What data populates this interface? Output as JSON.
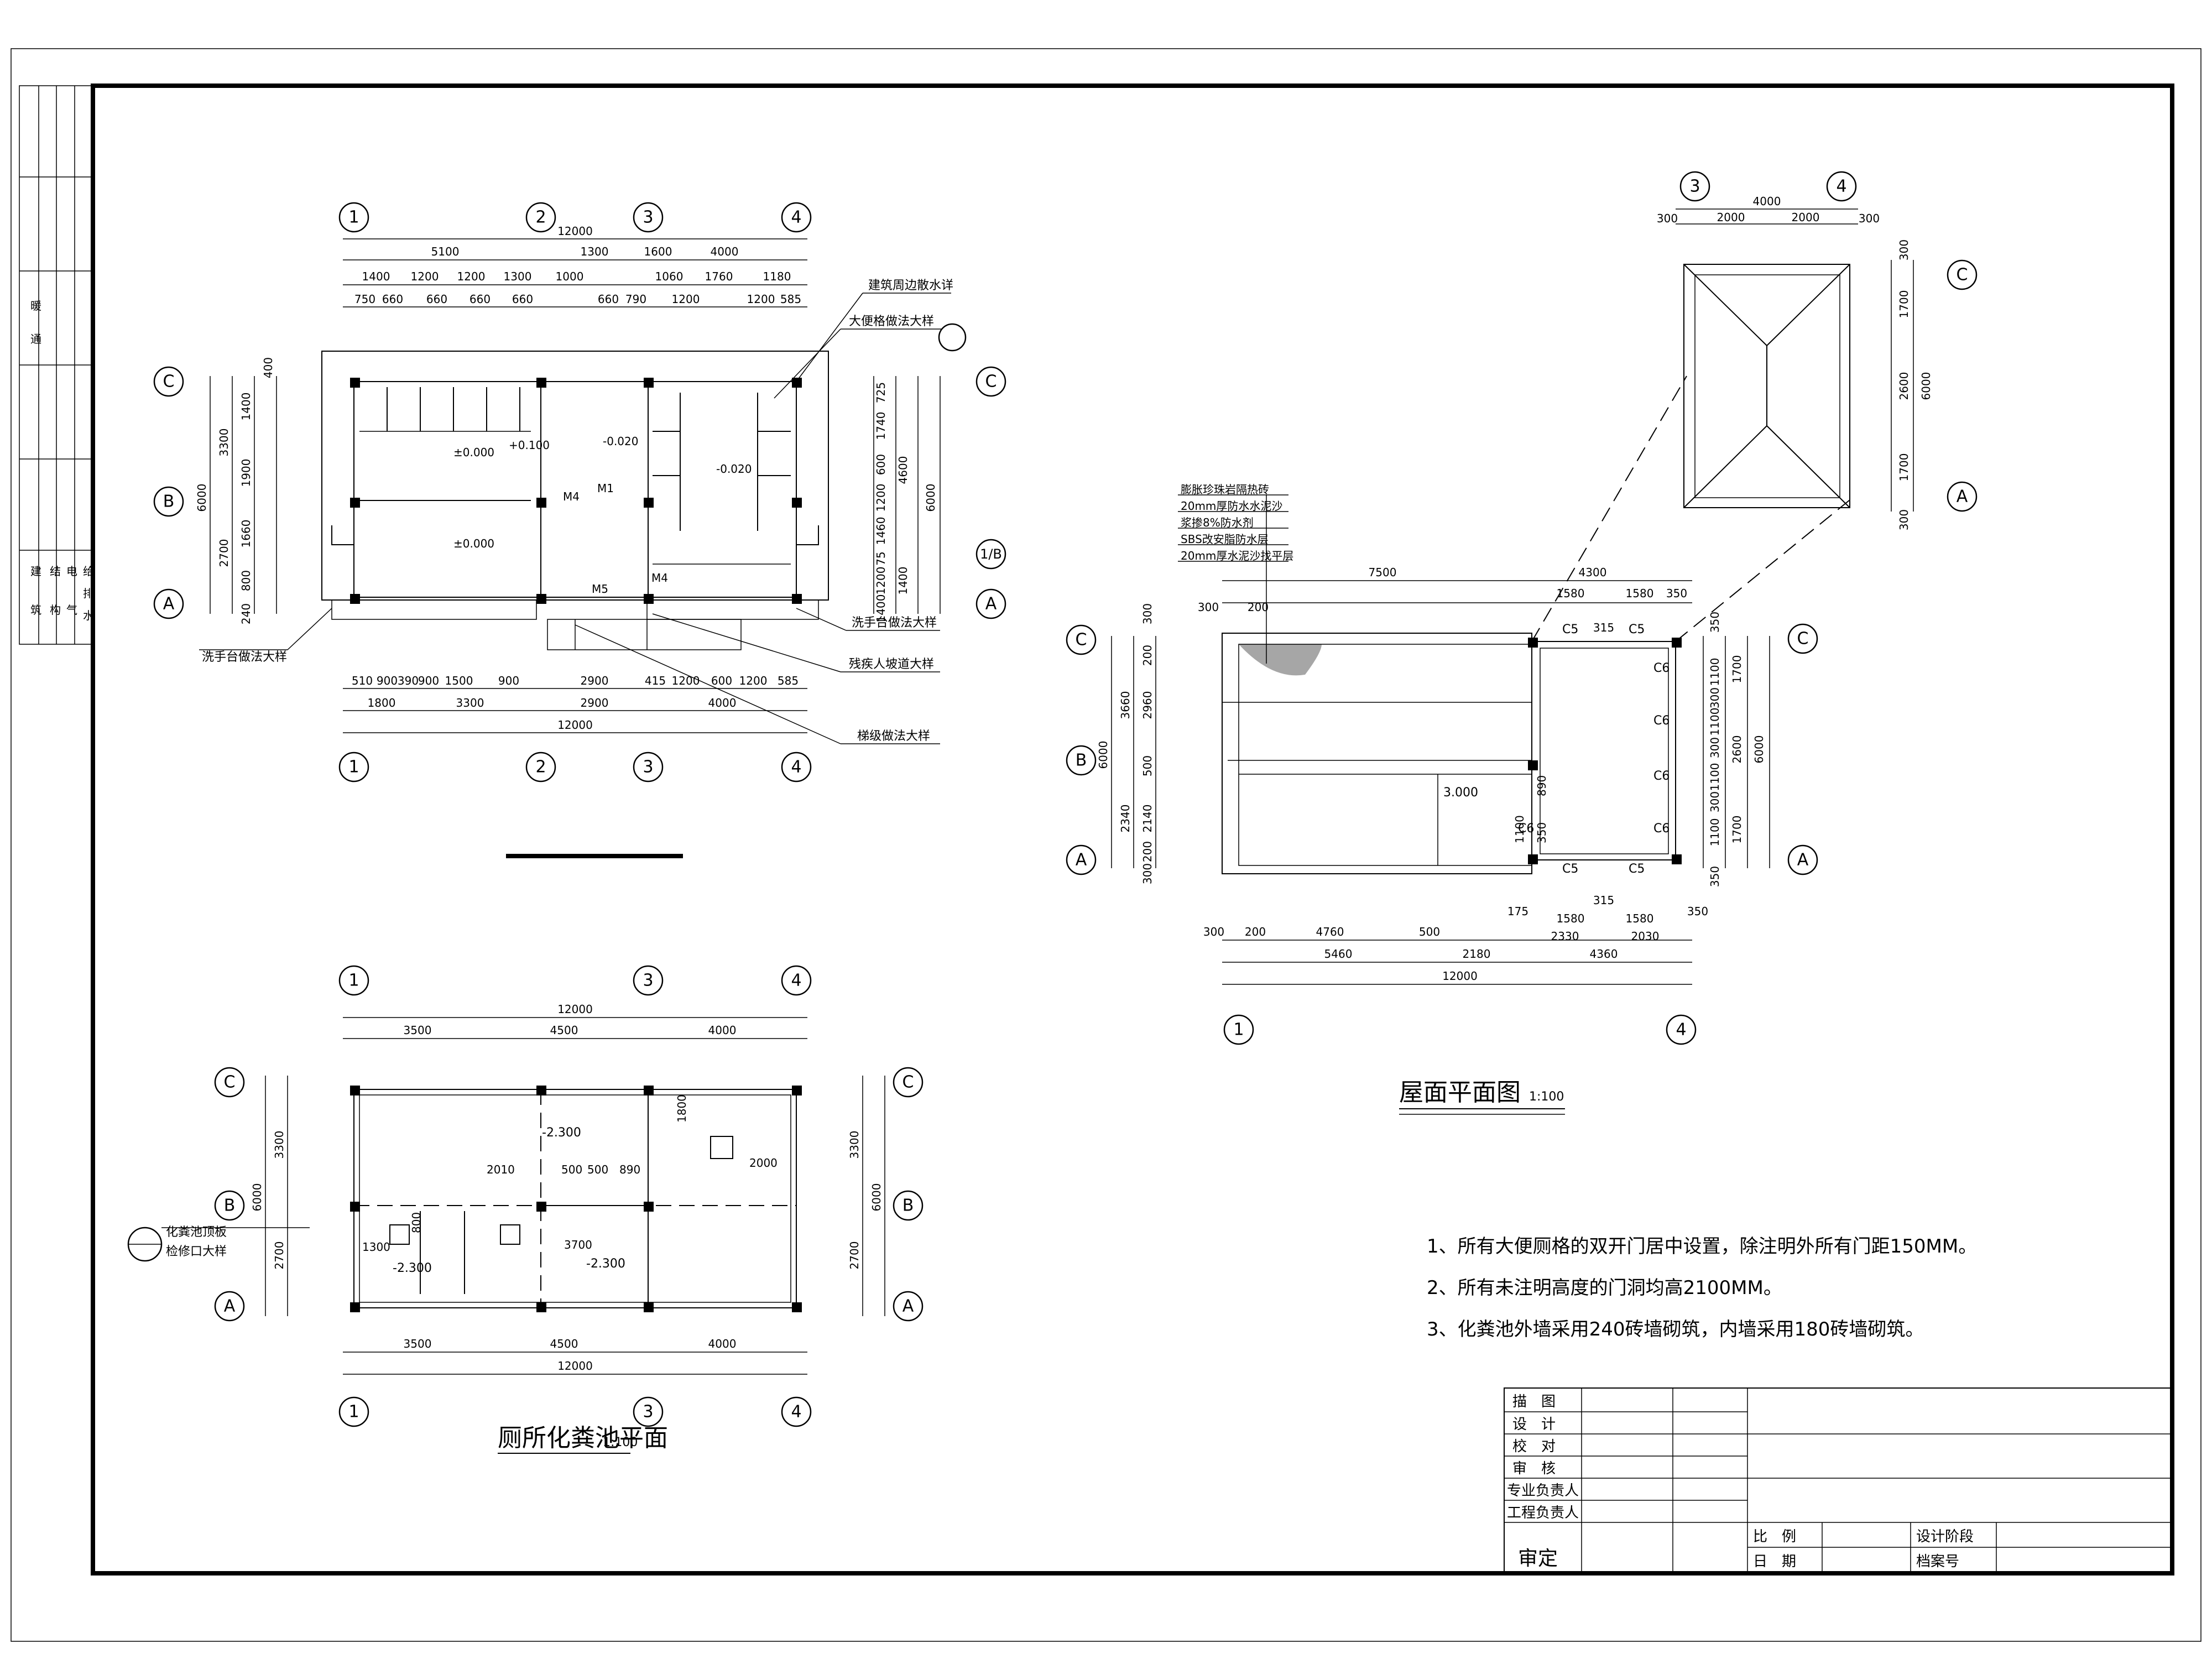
{
  "plan1": {
    "axes_x_top": [
      "1",
      "2",
      "3",
      "4"
    ],
    "axes_y_left": [
      "C",
      "B",
      "A"
    ],
    "axes_y_right": [
      "C",
      "1/B",
      "A"
    ],
    "dims_top": [
      "5100",
      "1300",
      "1600",
      "4000"
    ],
    "dim_total": "12000",
    "dims_top2": [
      "1400",
      "1200",
      "1200",
      "1300",
      "1000",
      "1060",
      "1760",
      "1180"
    ],
    "dims_top3": [
      "750",
      "660",
      "660",
      "660",
      "660",
      "660",
      "790",
      "1200",
      "1200",
      "585"
    ],
    "dims_bottom1": [
      "510",
      "900",
      "390",
      "900",
      "1500",
      "900",
      "2900",
      "415",
      "1200",
      "600",
      "1200",
      "585"
    ],
    "dims_bottom2": [
      "1800",
      "3300",
      "2900",
      "4000"
    ],
    "dims_left": [
      "400",
      "1400",
      "1900",
      "1660",
      "800",
      "240"
    ],
    "dims_left2": [
      "3300",
      "2700"
    ],
    "dim_left_total": "6000",
    "dims_right": [
      "725",
      "1740",
      "600",
      "1200",
      "1460",
      "75",
      "1200",
      "1400"
    ],
    "dims_right2": [
      "4600",
      "1400"
    ],
    "dim_right_total": "6000",
    "labels": [
      "±0.000",
      "±0.000",
      "M4",
      "M1",
      "M5",
      "M4",
      "-0.020",
      "+0.100",
      "-0.020"
    ],
    "callouts": [
      "建筑周边散水详",
      "大便格做法大样",
      "洗手台做法大样",
      "残疾人坡道大样",
      "梯级做法大样",
      "洗手台做法大样"
    ]
  },
  "plan2": {
    "axes_x": [
      "1",
      "3",
      "4"
    ],
    "axes_y": [
      "C",
      "B",
      "A"
    ],
    "dims_top": [
      "3500",
      "4500",
      "4000"
    ],
    "dim_total": "12000",
    "dims_left": [
      "3300",
      "2700"
    ],
    "dim_left_total": "6000",
    "inner_dims": [
      "2010",
      "500",
      "500",
      "890",
      "2000",
      "1800",
      "3700",
      "1300",
      "800"
    ],
    "levels": [
      "-2.300",
      "-2.300",
      "-2.300"
    ],
    "callout": [
      "化粪池顶板",
      "检修口大样"
    ],
    "title": "厕所化粪池平面",
    "scale": "1:100"
  },
  "roof": {
    "axes_x": [
      "1",
      "4"
    ],
    "axes_y_left": [
      "C",
      "B",
      "A"
    ],
    "axes_y_right": [
      "C",
      "A"
    ],
    "dims_top": [
      "7500",
      "4300"
    ],
    "dims_top2": [
      "300",
      "200",
      "1580",
      "315",
      "1580",
      "350"
    ],
    "dims_bottom1": [
      "175",
      "1580",
      "315",
      "1580",
      "350"
    ],
    "dims_bottom2": [
      "300",
      "200",
      "4760",
      "500",
      "2330",
      "2030"
    ],
    "dims_bottom3": [
      "5460",
      "2180",
      "4360"
    ],
    "dim_total": "12000",
    "dims_left": [
      "300",
      "200",
      "2960",
      "500",
      "2140",
      "200",
      "300"
    ],
    "dims_left2": [
      "3660",
      "2340"
    ],
    "dim_left_total": "6000",
    "dims_right": [
      "350",
      "1100",
      "300",
      "1100",
      "300",
      "1100",
      "300",
      "1100",
      "350"
    ],
    "dims_right2": [
      "1700",
      "2600",
      "1700"
    ],
    "dim_right_total": "6000",
    "windows": [
      "C5",
      "C5",
      "C5",
      "C5",
      "C6",
      "C6",
      "C6",
      "C6",
      "C6"
    ],
    "level": "3.000",
    "inner_dims": [
      "890",
      "350",
      "1100"
    ],
    "layers": [
      "膨胀珍珠岩隔热砖",
      "20mm厚防水水泥沙",
      "浆掺8%防水剂",
      "SBS改安脂防水层",
      "20mm厚水泥沙找平层"
    ],
    "title": "屋面平面图",
    "scale": "1:100"
  },
  "detail": {
    "axes_x": [
      "3",
      "4"
    ],
    "axes_y": [
      "C",
      "A"
    ],
    "dim_top": "4000",
    "dims_top2": [
      "300",
      "2000",
      "2000",
      "300"
    ],
    "dims_right": [
      "300",
      "1700",
      "2600",
      "1700",
      "300"
    ],
    "dim_right_total": "6000"
  },
  "notes": [
    "1、所有大便厕格的双开门居中设置，除注明外所有门距150MM。",
    "2、所有未注明高度的门洞均高2100MM。",
    "3、化粪池外墙采用240砖墙砌筑，内墙采用180砖墙砌筑。"
  ],
  "title_block": {
    "rows": [
      "描　图",
      "设　计",
      "校　对",
      "审　核",
      "专业负责人",
      "工程负责人"
    ],
    "approve": "审定",
    "scale_label": "比　例",
    "date_label": "日　期",
    "stage_label": "设计阶段",
    "archive_label": "档案号"
  },
  "side_strip": {
    "top": [
      "暖",
      "通"
    ],
    "bottom": [
      "建",
      "筑",
      "结",
      "构",
      "电",
      "气",
      "给",
      "排",
      "水"
    ]
  }
}
